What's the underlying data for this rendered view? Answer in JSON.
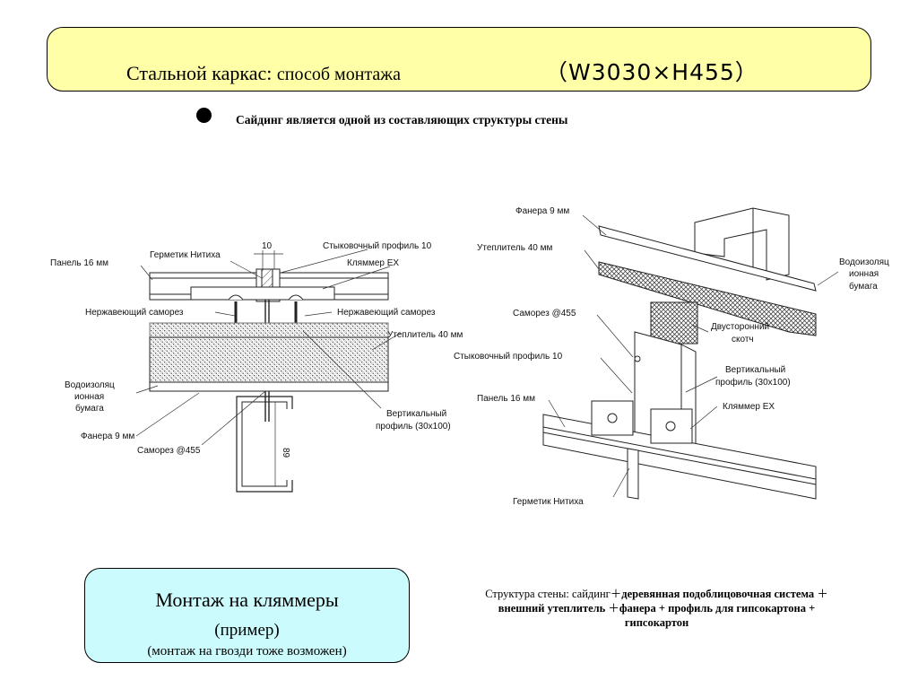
{
  "header": {
    "title_main": "Стальной каркас:",
    "title_sub": "способ монтажа",
    "title_size": "（W3030×H455）"
  },
  "bullet_text": "Сайдинг является одной из составляющих структуры стены",
  "section_labels": {
    "dim_10": "10",
    "dim_89": "89",
    "left_panel": "Панель 16 мм",
    "left_sealant": "Герметик Нитиха",
    "left_joint_profile": "Стыковочный профиль 10",
    "left_clip": "Кляммер EX",
    "left_screw_a": "Нержавеющий саморез",
    "left_screw_b": "Нержавеющий саморез",
    "left_insulation": "Утеплитель 40 мм",
    "left_waterproof_1": "Водоизоляц",
    "left_waterproof_2": "ионная",
    "left_waterproof_3": "бумага",
    "left_vertical_1": "Вертикальный",
    "left_vertical_2": "профиль (30х100)",
    "left_plywood": "Фанера 9 мм",
    "left_screw_455": "Саморез @455"
  },
  "iso_labels": {
    "plywood": "Фанера 9 мм",
    "insulation": "Утеплитель 40 мм",
    "waterproof_1": "Водоизоляц",
    "waterproof_2": "ионная",
    "waterproof_3": "бумага",
    "screw_455": "Саморез @455",
    "tape_1": "Двусторонний",
    "tape_2": "скотч",
    "joint_profile": "Стыковочный профиль 10",
    "vertical_1": "Вертикальный",
    "vertical_2": "профиль (30х100)",
    "panel": "Панель 16 мм",
    "clip": "Кляммер EX",
    "sealant": "Герметик Нитиха"
  },
  "bottom_box": {
    "title": "Монтаж на кляммеры",
    "subtitle": "(пример)",
    "note": "(монтаж на гвозди тоже возможен)"
  },
  "wall_structure": {
    "prefix": "Структура стены: сайдинг",
    "plus": "＋",
    "part1": "деревянная подоблицовочная система",
    "part2": "внешний утеплитель",
    "part3": "фанера + профиль для гипсокартона +",
    "part4": "гипсокартон"
  }
}
